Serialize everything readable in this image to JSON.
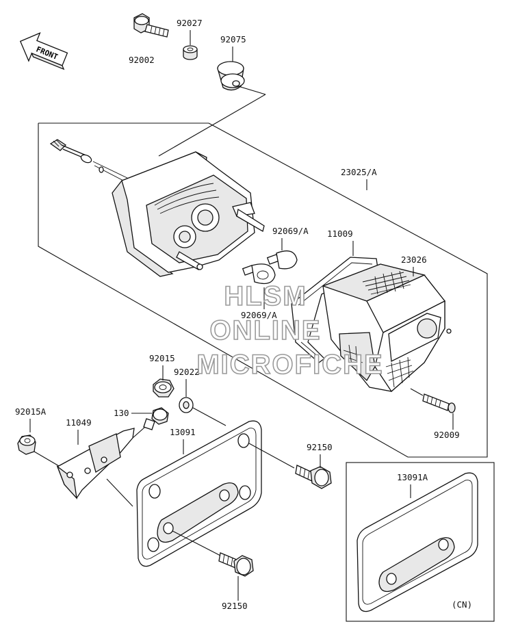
{
  "front_arrow": {
    "label": "FRONT"
  },
  "labels": {
    "p92002": "92002",
    "p92027": "92027",
    "p92075": "92075",
    "p23025a": "23025/A",
    "p92069a_top": "92069/A",
    "p92069a_bottom": "92069/A",
    "p11009": "11009",
    "p23026": "23026",
    "p92009": "92009",
    "p92015": "92015",
    "p92022": "92022",
    "p130": "130",
    "p92015a": "92015A",
    "p11049": "11049",
    "p13091": "13091",
    "p92150_right": "92150",
    "p92150_bottom": "92150",
    "p13091a": "13091A",
    "cn_note": "(CN)"
  },
  "watermark": {
    "line1": "HLSM",
    "line2": "ONLINE",
    "line3": "MICROFICHE"
  }
}
